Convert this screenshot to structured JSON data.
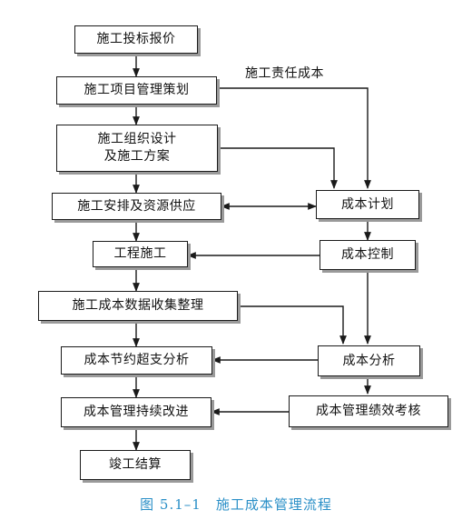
{
  "left_column": {
    "bid_quote": "施工投标报价",
    "project_planning": "施工项目管理策划",
    "org_design_line1": "施工组织设计",
    "org_design_line2": "及施工方案",
    "arrangement_supply": "施工安排及资源供应",
    "construction": "工程施工",
    "data_collection": "施工成本数据收集整理",
    "saving_overrun": "成本节约超支分析",
    "continuous_improvement": "成本管理持续改进",
    "final_settlement": "竣工结算"
  },
  "right_column": {
    "responsibility_cost": "施工责任成本",
    "cost_plan": "成本计划",
    "cost_control": "成本控制",
    "cost_analysis": "成本分析",
    "performance_assessment": "成本管理绩效考核"
  },
  "caption": {
    "number": "图 5.1–1",
    "title": "施工成本管理流程"
  },
  "colors": {
    "line": "#1a1a1a",
    "shadow": "#9a9a9a",
    "caption": "#2a8fc7"
  }
}
